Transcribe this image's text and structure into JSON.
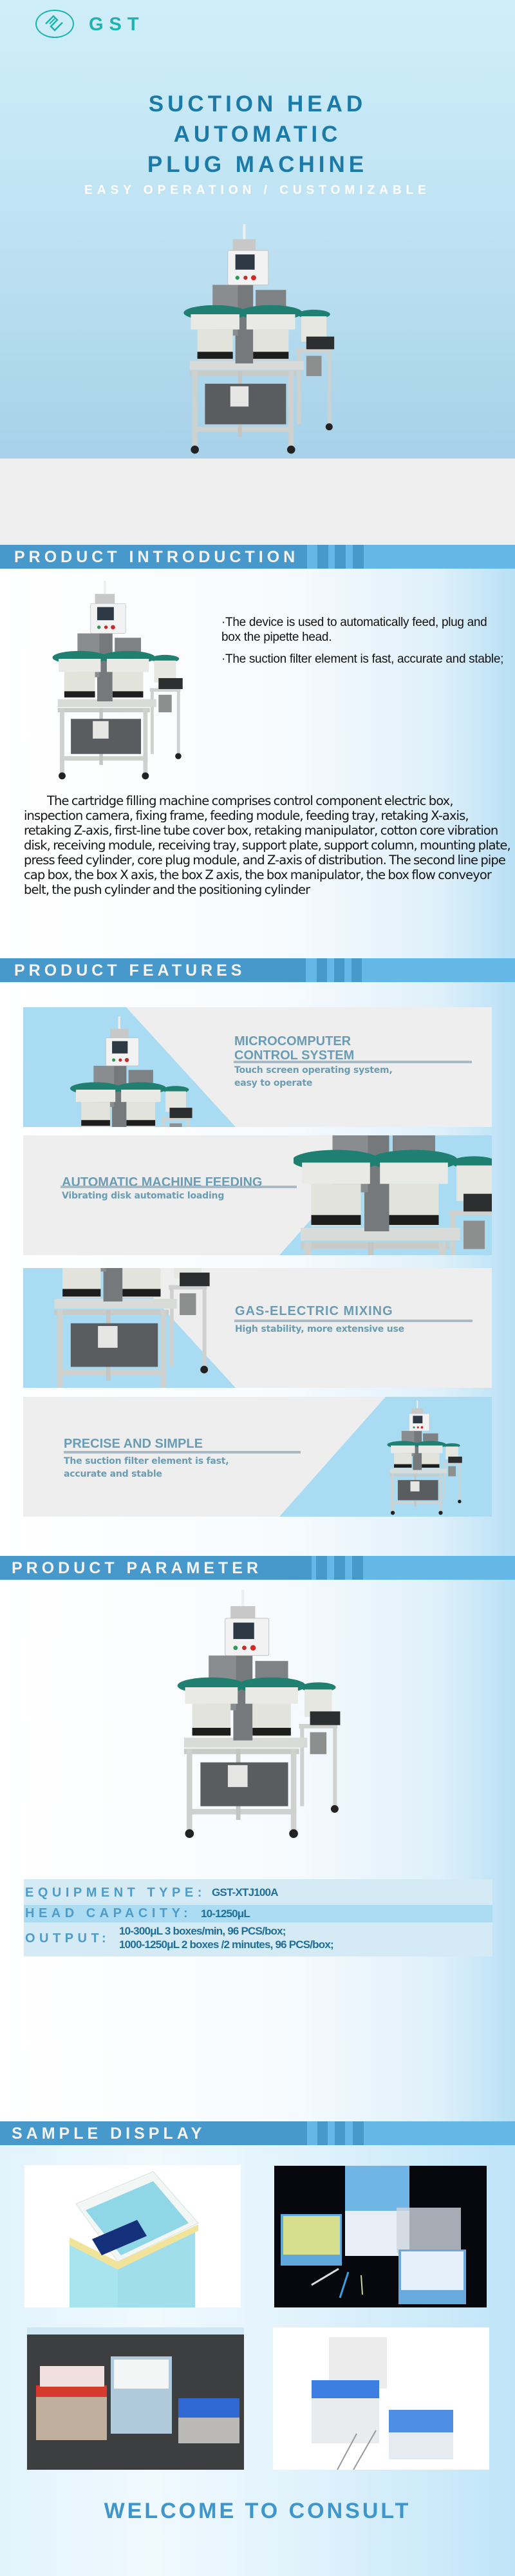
{
  "brand": {
    "name": "GST"
  },
  "hero": {
    "title_lines": [
      "SUCTION HEAD",
      "AUTOMATIC",
      "PLUG MACHINE"
    ],
    "subtitle": "EASY OPERATION / CUSTOMIZABLE"
  },
  "sections": {
    "introduction": "PRODUCT INTRODUCTION",
    "features": "PRODUCT FEATURES",
    "parameter": "PRODUCT PARAMETER",
    "samples": "SAMPLE DISPLAY"
  },
  "introduction": {
    "bullets": [
      "·The device is used to automatically feed, plug and box the pipette head.",
      "·The suction filter element is fast, accurate and stable;"
    ],
    "paragraph": "The cartridge filling machine comprises control component electric box, inspection camera, fixing frame, feeding module, feeding tray, retaking X-axis, retaking Z-axis, first-line tube cover box, retaking manipulator, cotton core vibration disk, receiving module, receiving tray, support plate, support column, mounting plate, press feed cylinder, core plug module, and Z-axis of distribution. The second line pipe cap box, the box X axis, the box Z axis, the box manipulator, the box flow conveyor belt, the push cylinder and the positioning cylinder"
  },
  "features": [
    {
      "title_lines": [
        "MICROCOMPUTER",
        "CONTROL SYSTEM"
      ],
      "desc_lines": [
        "Touch screen operating system,",
        "easy to operate"
      ]
    },
    {
      "title_lines": [
        "AUTOMATIC MACHINE FEEDING"
      ],
      "desc_lines": [
        "Vibrating disk automatic loading"
      ]
    },
    {
      "title_lines": [
        "GAS-ELECTRIC MIXING"
      ],
      "desc_lines": [
        "High stability, more extensive use"
      ]
    },
    {
      "title_lines": [
        "PRECISE AND SIMPLE"
      ],
      "desc_lines": [
        "The suction filter element is fast,",
        "accurate and stable"
      ]
    }
  ],
  "parameters": [
    {
      "label": "EQUIPMENT TYPE:",
      "value_lines": [
        "GST-XTJ100A"
      ]
    },
    {
      "label": "HEAD CAPACITY:",
      "value_lines": [
        "10-1250μL"
      ]
    },
    {
      "label": "OUTPUT:",
      "value_lines": [
        "10-300μL 3 boxes/min, 96 PCS/box;",
        "1000-1250μL 2 boxes /2 minutes, 96 PCS/box;"
      ]
    }
  ],
  "samples": [
    {
      "name": "pipette-tip-rack-blue-tall"
    },
    {
      "name": "pipette-tip-boxes-on-black"
    },
    {
      "name": "pipette-tip-boxes-red-blue"
    },
    {
      "name": "pipette-tip-boxes-blue-white"
    }
  ],
  "footer": {
    "cta": "WELCOME TO CONSULT"
  },
  "colors": {
    "accent_dark": "#4799cc",
    "accent_light": "#63b8e8",
    "title_blue": "#1b7aa7",
    "logo_teal": "#1cb3b0",
    "feature_text": "#6a9cb4"
  }
}
